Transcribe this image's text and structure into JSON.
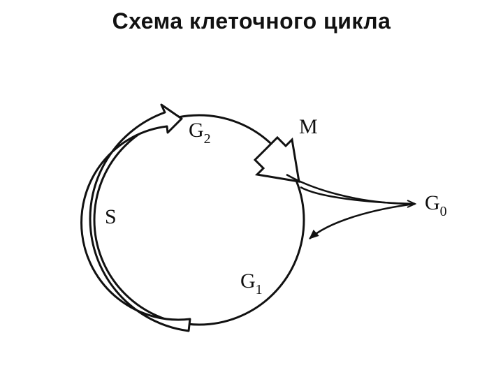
{
  "title": "Схема клеточного цикла",
  "phases": {
    "m": {
      "label": "M"
    },
    "g2": {
      "letter": "G",
      "sub": "2"
    },
    "s": {
      "label": "S"
    },
    "g1": {
      "letter": "G",
      "sub": "1"
    },
    "g0": {
      "letter": "G",
      "sub": "0"
    }
  },
  "colors": {
    "ink": "#111111",
    "background": "#ffffff"
  }
}
